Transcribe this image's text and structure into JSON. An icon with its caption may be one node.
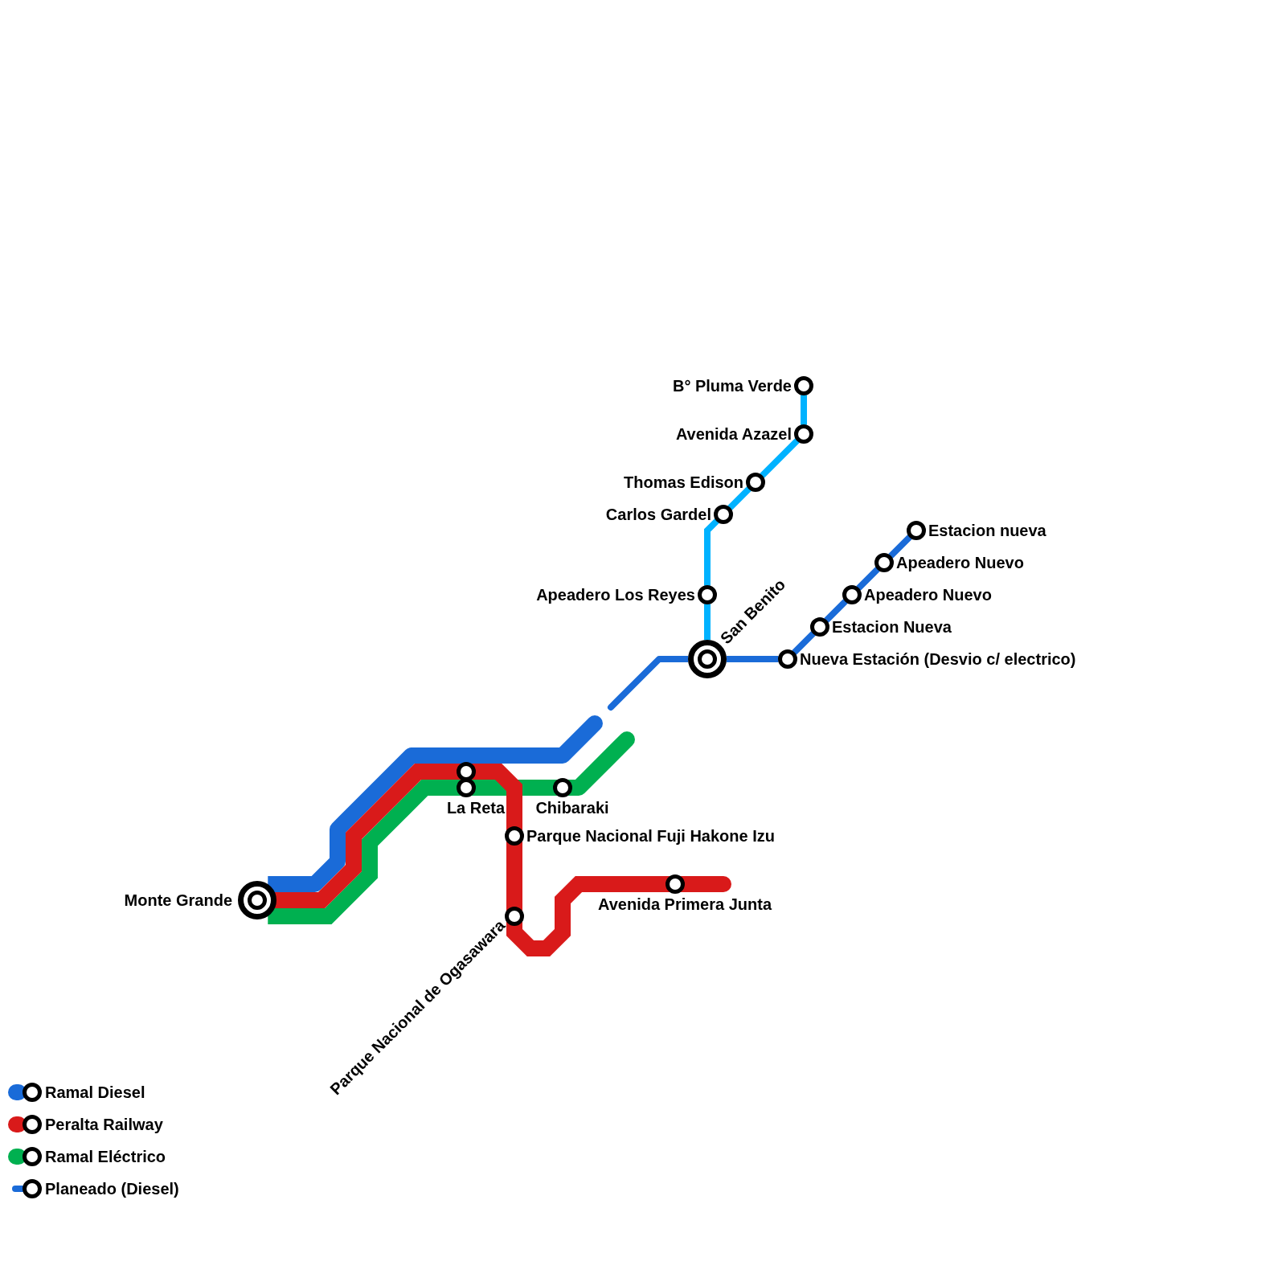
{
  "diagram": {
    "nodes": [
      {
        "text": [
          "B° Pluma Verde"
        ]
      },
      {
        "text": [
          "Avenida Azazel"
        ]
      },
      {
        "text": [
          "Thomas Edison"
        ]
      },
      {
        "text": [
          "Carlos Gardel"
        ]
      },
      {
        "text": [
          "Estacion nueva"
        ]
      },
      {
        "text": [
          "Apeadero Nuevo"
        ]
      },
      {
        "text": [
          "Apeadero Los Reyes"
        ]
      },
      {
        "text": [
          "Apeadero Nuevo"
        ]
      },
      {
        "text": [
          "Estacion Nueva"
        ]
      },
      {
        "text": [
          "San Benito"
        ]
      },
      {
        "text": [
          "Nueva Estación (Desvio c/ electrico)"
        ]
      },
      {
        "text": [
          "La Reta"
        ]
      },
      {
        "text": [
          "Chibaraki"
        ]
      },
      {
        "text": [
          "Parque Nacional Fuji Hakone Izu"
        ]
      },
      {
        "text": [
          "Monte Grande"
        ]
      },
      {
        "text": [
          "Avenida Primera Junta"
        ]
      },
      {
        "text": [
          "Parque Nacional de Ogasawara"
        ]
      }
    ],
    "edges": [
      {
        "from": 14,
        "to": null,
        "arrow": "none",
        "style": "thick"
      },
      {
        "from": null,
        "to": 9,
        "arrow": "none"
      },
      {
        "from": 9,
        "to": 10,
        "arrow": "none"
      },
      {
        "from": 10,
        "to": 8,
        "arrow": "none"
      },
      {
        "from": 8,
        "to": 7,
        "arrow": "none"
      },
      {
        "from": 7,
        "to": 5,
        "arrow": "none"
      },
      {
        "from": 5,
        "to": 4,
        "arrow": "none"
      },
      {
        "from": 9,
        "to": 6,
        "arrow": "none",
        "color": "#00b2ff"
      },
      {
        "from": 6,
        "to": 3,
        "arrow": "none",
        "color": "#00b2ff"
      },
      {
        "from": 3,
        "to": 2,
        "arrow": "none",
        "color": "#00b2ff"
      },
      {
        "from": 2,
        "to": 1,
        "arrow": "none",
        "color": "#00b2ff"
      },
      {
        "from": 1,
        "to": 0,
        "arrow": "none",
        "color": "#00b2ff"
      },
      {
        "from": 14,
        "to": 11,
        "arrow": "none",
        "style": "thick",
        "color": "#d91a1a"
      },
      {
        "from": 11,
        "to": 13,
        "arrow": "none",
        "style": "thick",
        "color": "#d91a1a"
      },
      {
        "from": 13,
        "to": 16,
        "arrow": "none",
        "style": "thick",
        "color": "#d91a1a"
      },
      {
        "from": 16,
        "to": 15,
        "arrow": "none",
        "style": "thick",
        "color": "#d91a1a"
      },
      {
        "from": 15,
        "to": null,
        "arrow": "none",
        "style": "thick",
        "color": "#d91a1a"
      },
      {
        "from": 14,
        "to": 11,
        "arrow": "none",
        "style": "thick",
        "color": "#00b050"
      },
      {
        "from": 11,
        "to": 12,
        "arrow": "none",
        "style": "thick",
        "color": "#00b050"
      },
      {
        "from": 12,
        "to": null,
        "arrow": "none",
        "style": "thick",
        "color": "#00b050"
      }
    ],
    "legend": [
      {
        "text": "Ramal Diesel",
        "color": "#1a6bd8"
      },
      {
        "text": "Peralta Railway",
        "color": "#d91a1a"
      },
      {
        "text": "Ramal Eléctrico",
        "color": "#00b050"
      },
      {
        "text": "Planeado (Diesel)",
        "color": "#1a6bd8"
      }
    ]
  }
}
